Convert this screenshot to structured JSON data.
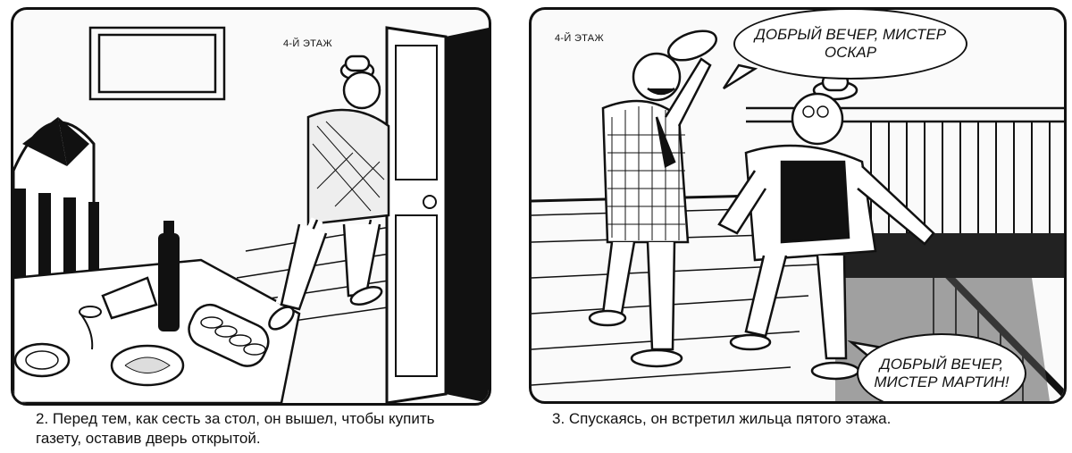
{
  "panels": [
    {
      "floor_label": "4-Й ЭТАЖ",
      "caption": "2. Перед тем, как сесть за стол, он вышел, чтобы купить газету, оставив дверь открытой."
    },
    {
      "floor_label": "4-Й ЭТАЖ",
      "bubble_top": "ДОБРЫЙ ВЕЧЕР, МИСТЕР ОСКАР",
      "bubble_bottom": "ДОБРЫЙ ВЕЧЕР, МИСТЕР МАРТИН!",
      "caption": "3. Спускаясь, он встретил жильца пятого этажа."
    }
  ],
  "colors": {
    "ink": "#111111",
    "paper": "#ffffff"
  }
}
